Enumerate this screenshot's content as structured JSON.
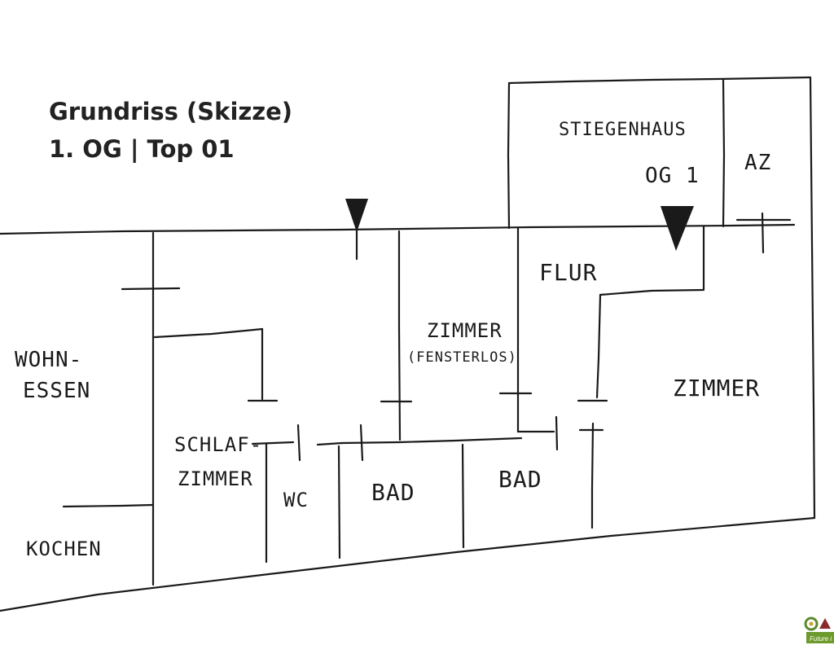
{
  "title": {
    "line1": "Grundriss (Skizze)",
    "line2": "1. OG | Top 01"
  },
  "rooms": {
    "wohn_line1": "WOHN-",
    "wohn_line2": "ESSEN",
    "kochen": "KOCHEN",
    "schlaf_line1": "SCHLAF-",
    "schlaf_line2": "ZIMMER",
    "wc": "WC",
    "bad1": "BAD",
    "bad2": "BAD",
    "zimmer_mitte": "ZIMMER",
    "fensterlos": "(FENSTERLOS)",
    "flur": "FLUR",
    "zimmer_rechts": "ZIMMER",
    "stiegenhaus": "STIEGENHAUS",
    "geschoss": "OG 1",
    "az": "AZ"
  },
  "colors": {
    "ink": "#1a1a1a",
    "title": "#222222"
  },
  "logo": {
    "caption": "Future i"
  }
}
